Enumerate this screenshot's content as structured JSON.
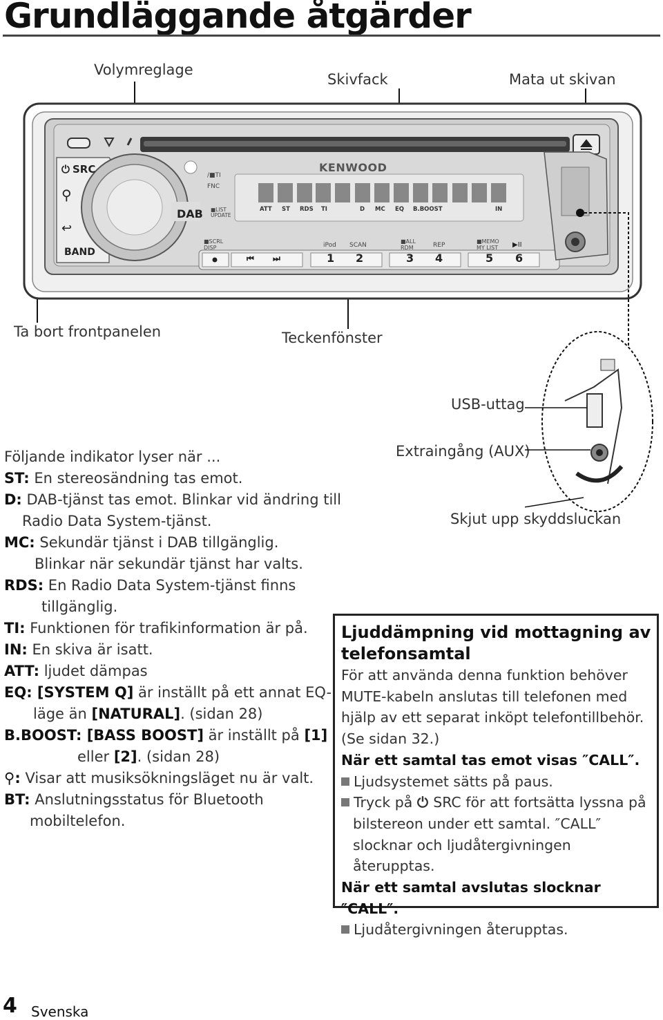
{
  "title": "Grundläggande åtgärder",
  "callouts": {
    "volume": "Volymreglage",
    "disc_slot": "Skivfack",
    "eject": "Mata ut skivan",
    "remove_panel": "Ta bort frontpanelen",
    "display": "Teckenfönster",
    "usb": "USB-uttag",
    "aux": "Extraingång (AUX)",
    "slide_cover": "Skjut upp skyddsluckan"
  },
  "device": {
    "brand": "KENWOOD",
    "src": "SRC",
    "dab": "DAB",
    "band": "BAND",
    "ti": "/■TI",
    "fnc": "FNC",
    "list_update": "■LIST UPDATE",
    "display_labels": [
      "ATT",
      "ST",
      "RDS",
      "TI",
      "D",
      "MC",
      "EQ",
      "B.BOOST",
      "IN"
    ],
    "scrl_disp": "■SCRL DISP",
    "ipod": "iPod",
    "scan": "SCAN",
    "all_rdm": "■ALL RDM",
    "rep": "REP",
    "memo_mylist": "■MEMO MY LIST",
    "play_pause": "▶II",
    "keys": [
      "1",
      "2",
      "3",
      "4",
      "5",
      "6"
    ]
  },
  "indicator_intro": "Följande indikator lyser när ...",
  "indicators": [
    {
      "term": "ST:",
      "text": " En stereosändning tas emot."
    },
    {
      "term": "D:",
      "text": " DAB-tjänst tas emot. Blinkar vid ändring till"
    },
    {
      "term": "",
      "text": "Radio Data System-tjänst."
    },
    {
      "term": "MC:",
      "text": " Sekundär tjänst i DAB tillgänglig."
    },
    {
      "term": "",
      "text": "Blinkar när sekundär tjänst har valts."
    },
    {
      "term": "RDS:",
      "text": " En Radio Data System-tjänst finns"
    },
    {
      "term": "",
      "text": "tillgänglig."
    },
    {
      "term": "TI:",
      "text": " Funktionen för trafikinformation är på."
    },
    {
      "term": "IN:",
      "text": " En skiva är isatt."
    },
    {
      "term": "ATT:",
      "text": " ljudet dämpas"
    },
    {
      "term": "EQ: [SYSTEM Q]",
      "text": " är inställt på ett annat EQ-"
    },
    {
      "term": "",
      "text": "läge än ",
      "tail_bold": "[NATURAL]",
      "tail": ". (sidan 28)"
    },
    {
      "term": "B.BOOST: [BASS BOOST]",
      "text": " är inställt på ",
      "tail_bold": "[1]"
    },
    {
      "term": "",
      "text": "eller ",
      "tail_bold": "[2]",
      "tail": ". (sidan 28)"
    },
    {
      "term": ":",
      "text": " Visar att musiksökningsläget nu är valt."
    },
    {
      "term": "BT:",
      "text": " Anslutningsstatus för Bluetooth"
    },
    {
      "term": "",
      "text": "mobiltelefon."
    }
  ],
  "phone_box": {
    "heading": "Ljuddämpning vid mottagning av telefonsamtal",
    "intro": "För att använda denna funktion behöver MUTE-kabeln anslutas till telefonen med hjälp av ett separat inköpt telefontillbehör. (Se sidan 32.)",
    "incoming": "När ett samtal tas emot visas ″CALL″.",
    "b1": "Ljudsystemet sätts på paus.",
    "b2_pre": "Tryck på ",
    "b2_src": "SRC",
    "b2_post": " för att fortsätta lyssna på bilstereon under ett samtal. ″CALL″ slocknar och ljudåtergivningen återupptas.",
    "ended": "När ett samtal avslutas slocknar ″CALL″.",
    "b3": "Ljudåtergivningen återupptas."
  },
  "footer": {
    "page": "4",
    "language": "Svenska"
  }
}
